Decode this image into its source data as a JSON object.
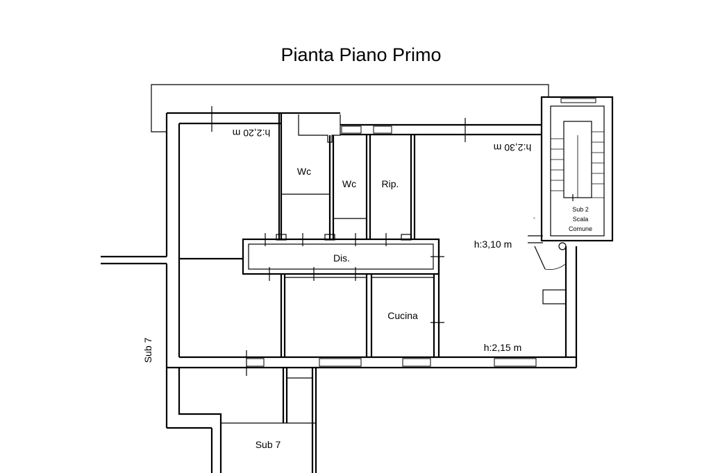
{
  "title": "Pianta Piano Primo",
  "rooms": {
    "wc1": "Wc",
    "wc2": "Wc",
    "rip": "Rip.",
    "dis": "Dis.",
    "cucina": "Cucina",
    "sub7_bottom": "Sub 7",
    "sub7_left": "Sub 7"
  },
  "heights": {
    "left_room": "h:2,20 m",
    "living_top": "h:2,30 m",
    "living_mid": "h:3,10 m",
    "living_bottom": "h:2,15 m"
  },
  "stair": {
    "line1": "Sub 2",
    "line2": "Scala",
    "line3": "Comune"
  }
}
